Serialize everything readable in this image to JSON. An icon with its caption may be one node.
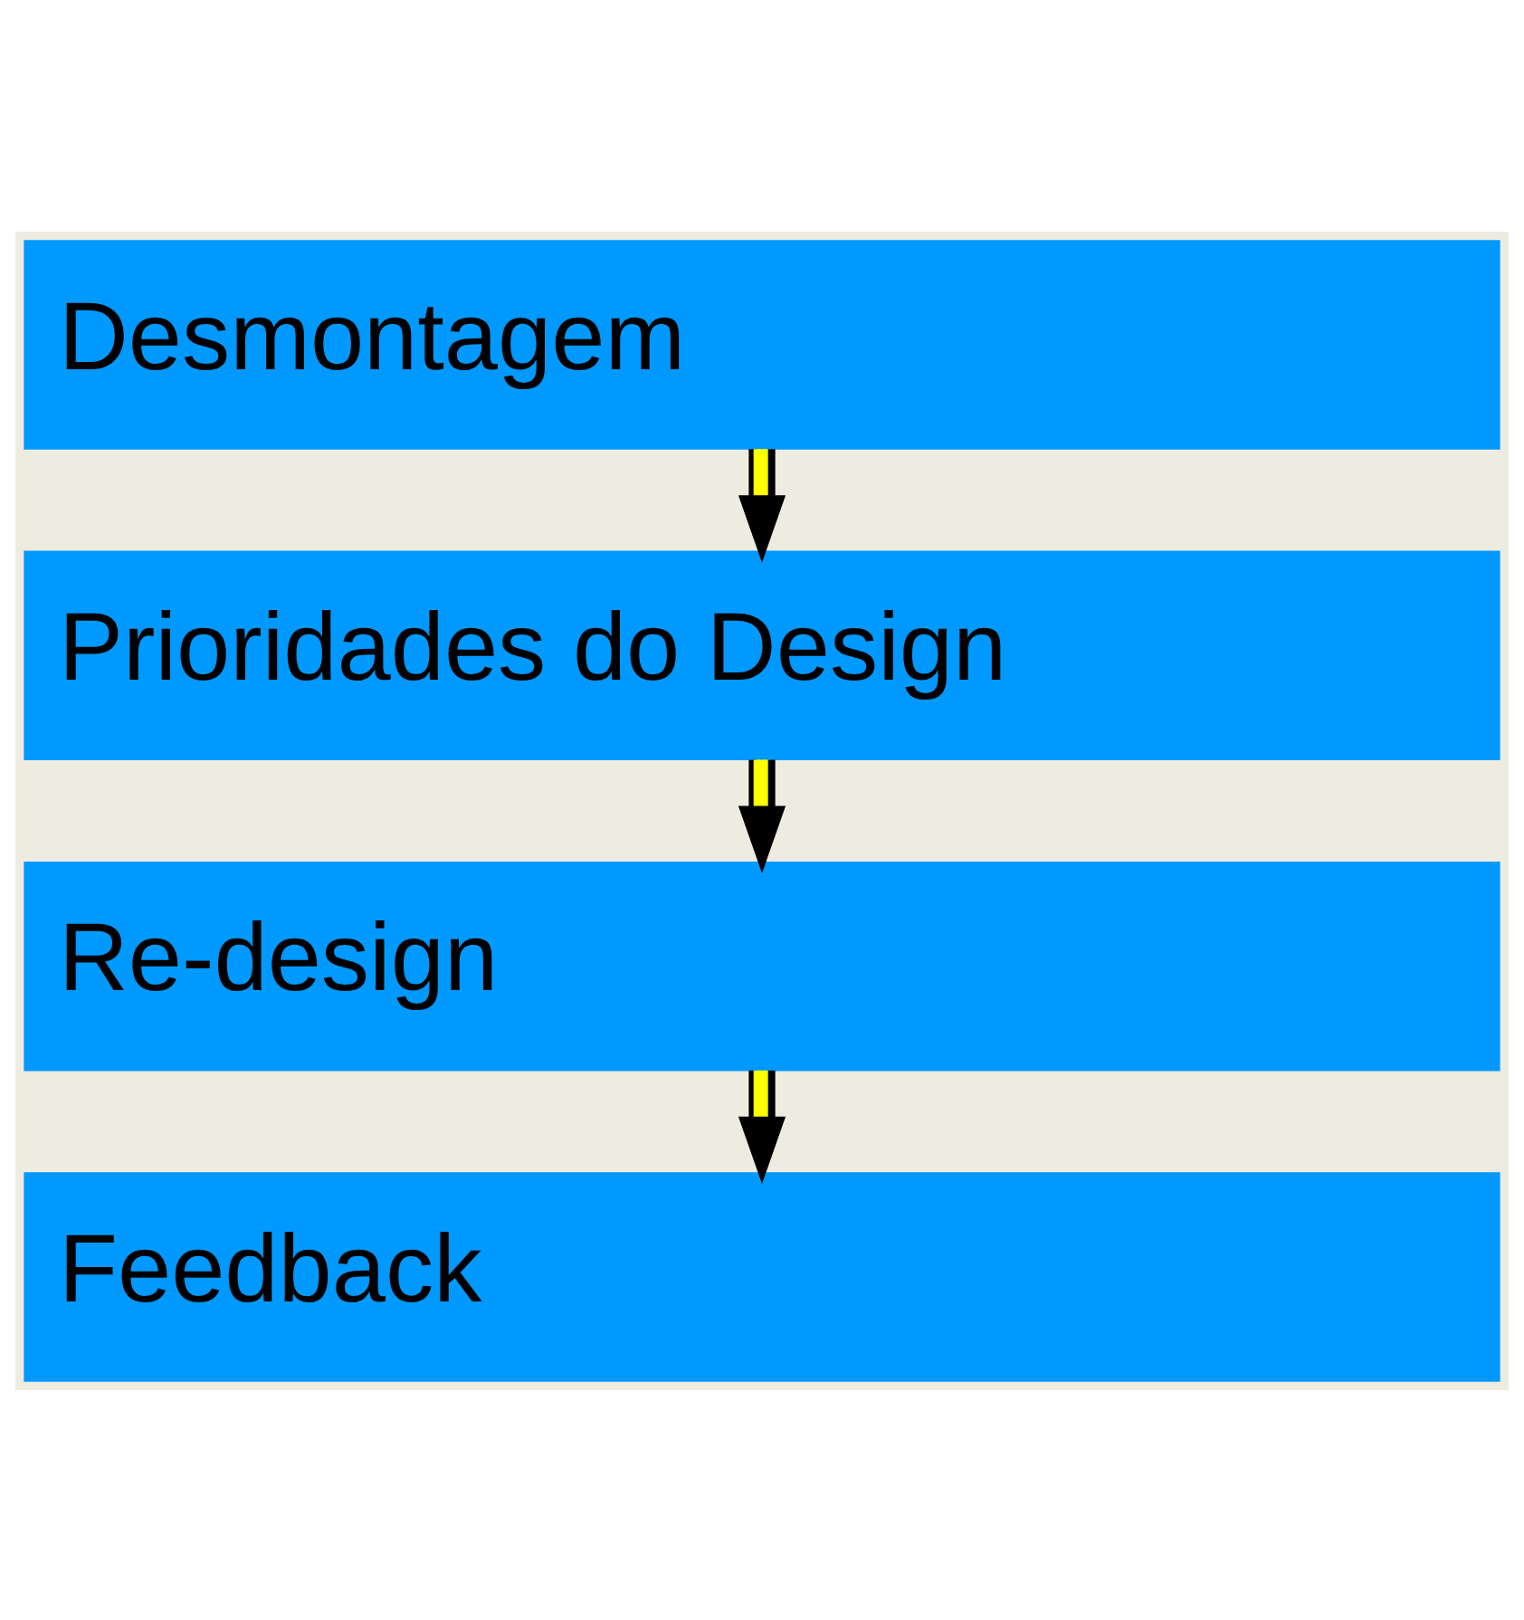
{
  "diagram": {
    "nodes": [
      {
        "text": [
          "Desmontagem"
        ]
      },
      {
        "text": [
          "Prioridades do Design"
        ]
      },
      {
        "text": [
          "Re-design"
        ]
      },
      {
        "text": [
          "Feedback"
        ]
      }
    ],
    "edges": [
      {
        "from": 0,
        "to": 1,
        "arrow": "to"
      },
      {
        "from": 1,
        "to": 2,
        "arrow": "to"
      },
      {
        "from": 2,
        "to": 3,
        "arrow": "to"
      }
    ]
  }
}
